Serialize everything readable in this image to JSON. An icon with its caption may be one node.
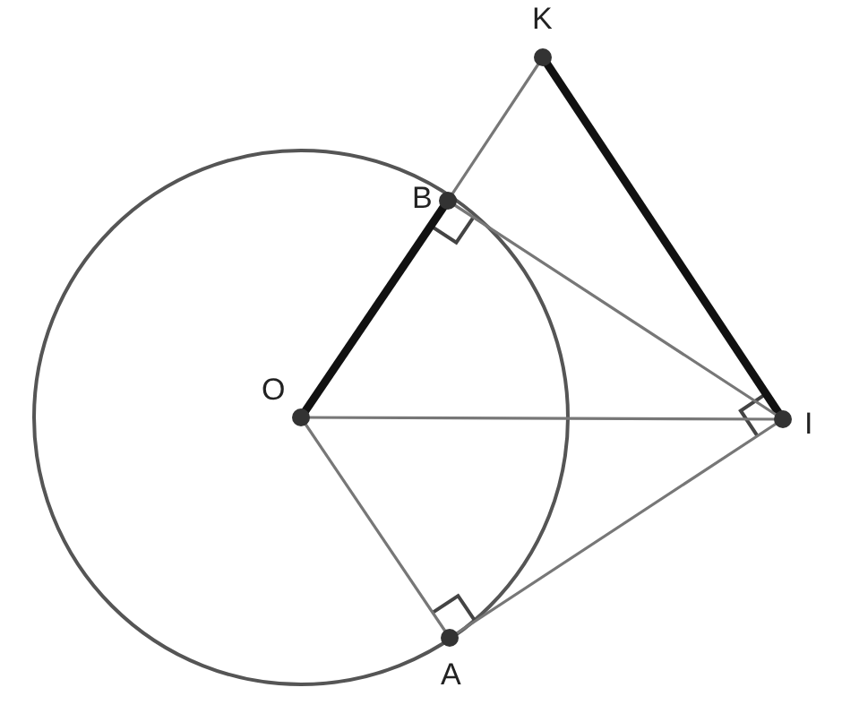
{
  "diagram": {
    "nodes": [
      {
        "text": [
          "K"
        ]
      },
      {
        "text": [
          "B"
        ]
      },
      {
        "text": [
          "O"
        ]
      },
      {
        "text": [
          "I"
        ]
      },
      {
        "text": [
          "A"
        ]
      }
    ],
    "edges": [
      {
        "from": 2,
        "to": 1,
        "arrow": "none",
        "style": "thick",
        "color": "#111111"
      },
      {
        "from": 1,
        "to": 0,
        "arrow": "none"
      },
      {
        "from": 0,
        "to": 3,
        "arrow": "none",
        "style": "thick",
        "color": "#111111"
      },
      {
        "from": 2,
        "to": 3,
        "arrow": "none"
      },
      {
        "from": 2,
        "to": 4,
        "arrow": "none"
      },
      {
        "from": 4,
        "to": 3,
        "arrow": "none"
      },
      {
        "from": 1,
        "to": 3,
        "arrow": "none"
      }
    ]
  }
}
